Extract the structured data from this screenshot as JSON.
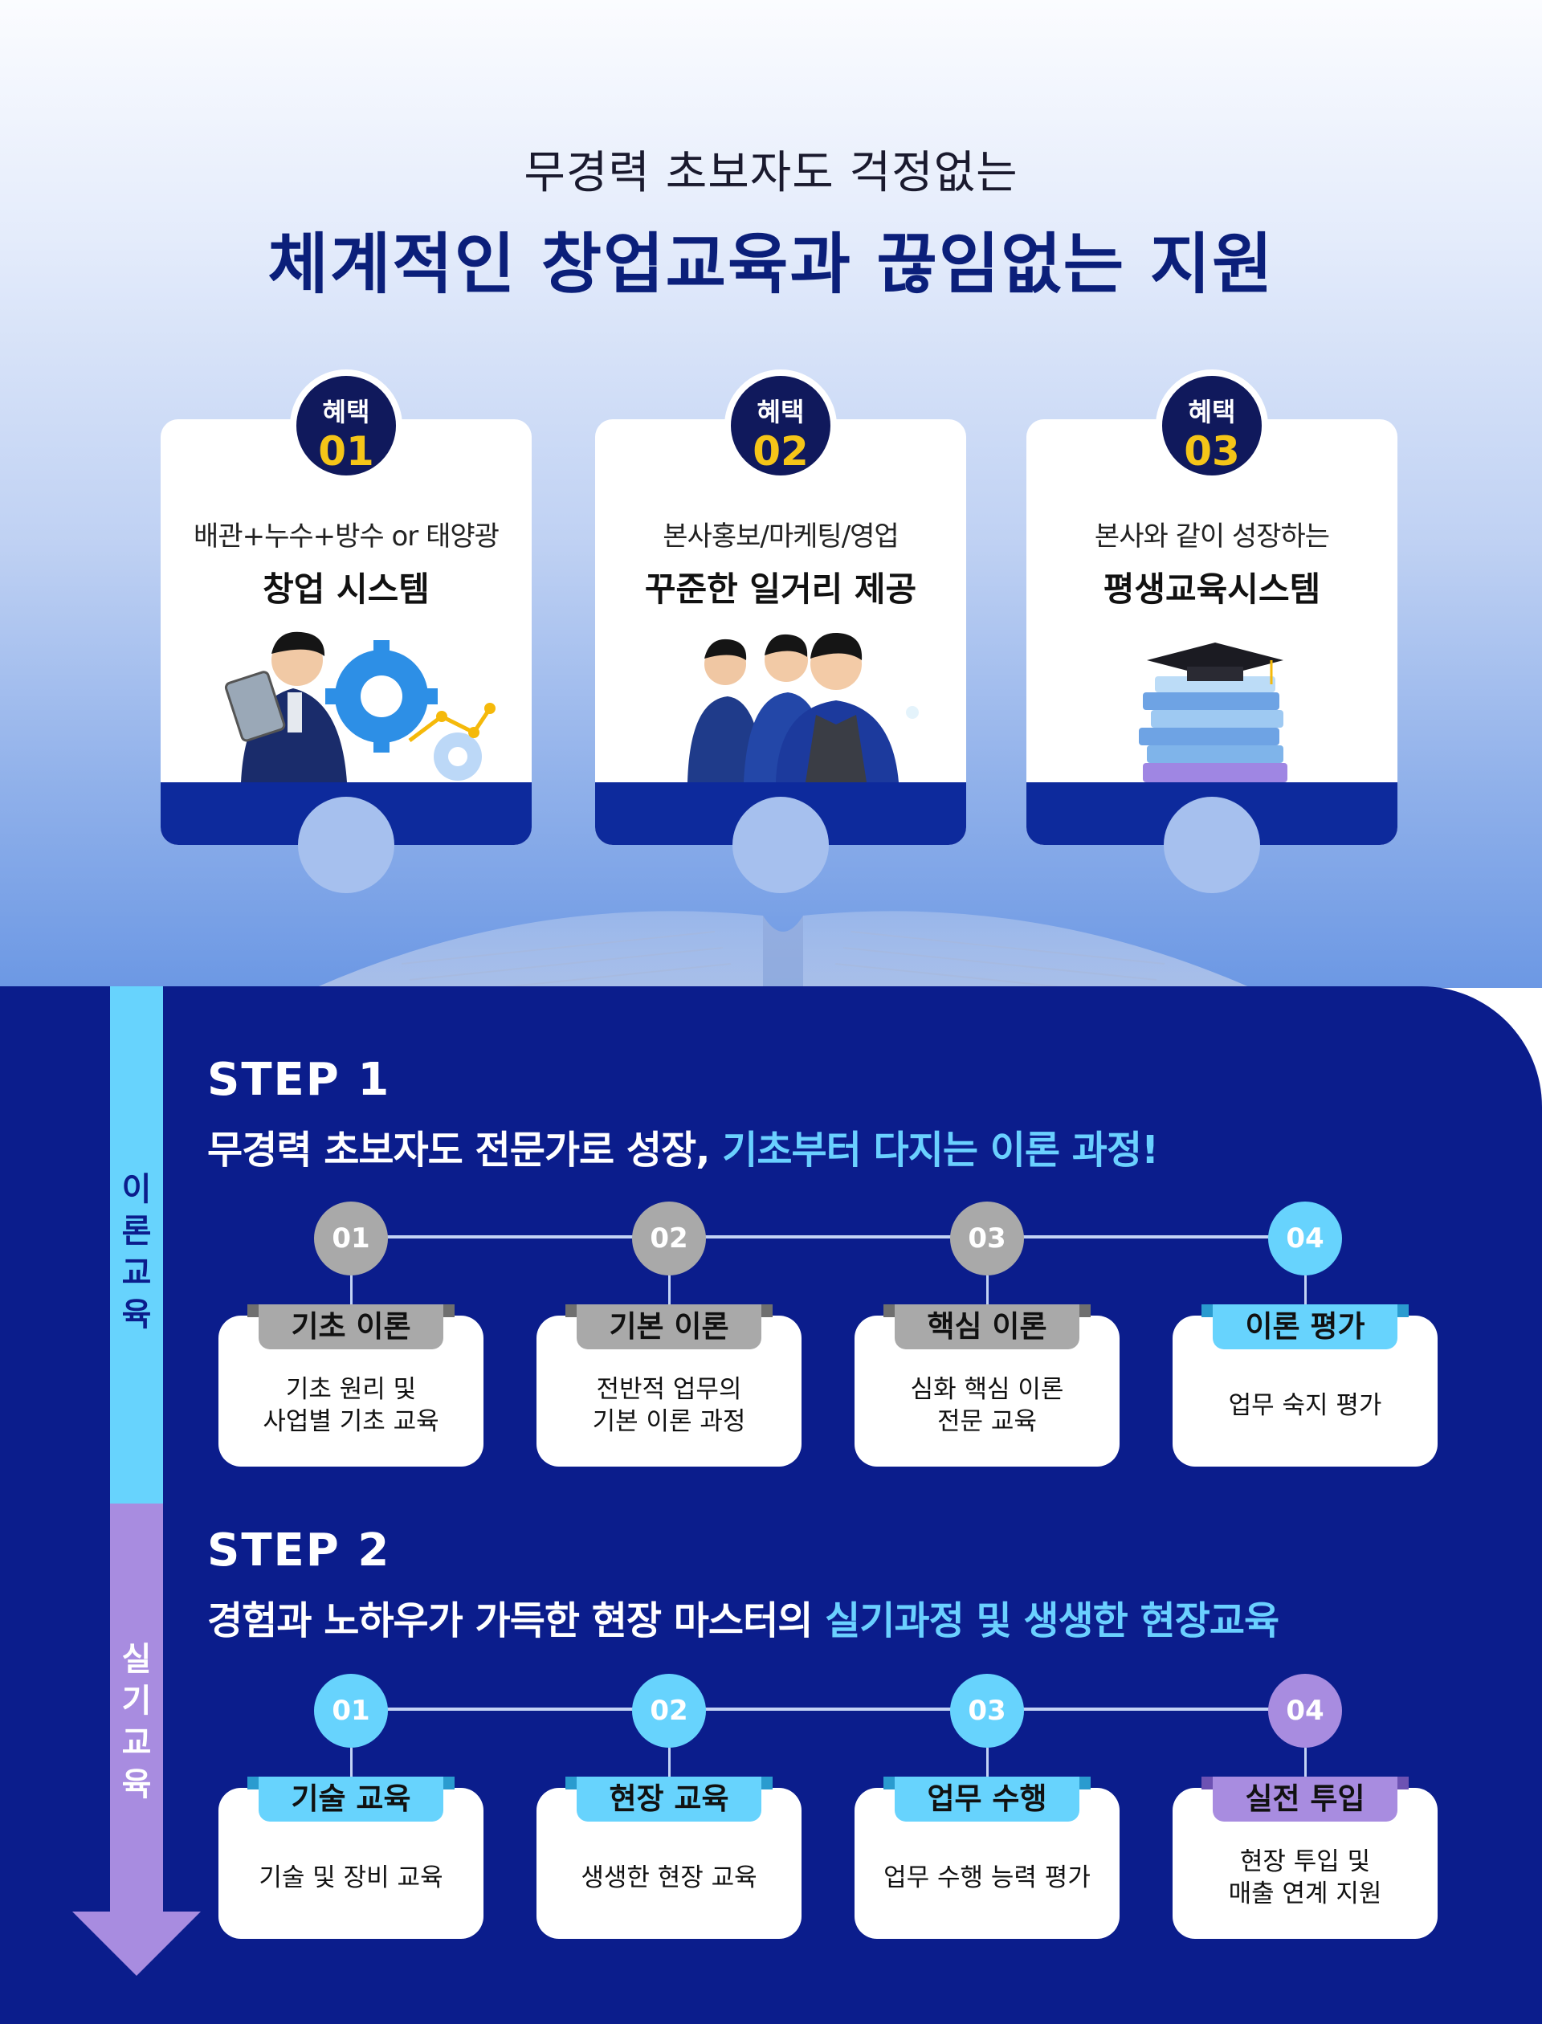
{
  "header": {
    "subtitle": "무경력 초보자도 걱정없는",
    "title": "체계적인 창업교육과 끊임없는 지원"
  },
  "benefits": [
    {
      "badge_label": "혜택",
      "badge_num": "01",
      "line1": "배관+누수+방수 or 태양광",
      "line2": "창업 시스템",
      "illustration": "worker-with-tablet-gears"
    },
    {
      "badge_label": "혜택",
      "badge_num": "02",
      "line1": "본사홍보/마케팅/영업",
      "line2": "꾸준한 일거리 제공",
      "illustration": "three-workers"
    },
    {
      "badge_label": "혜택",
      "badge_num": "03",
      "line1": "본사와 같이 성장하는",
      "line2": "평생교육시스템",
      "illustration": "books-graduation-cap"
    }
  ],
  "side_labels": {
    "theory": "이론교육",
    "practice": "실기교육"
  },
  "step1": {
    "label": "STEP 1",
    "desc_plain": "무경력 초보자도 전문가로 성장, ",
    "desc_highlight": "기초부터 다지는 이론 과정!",
    "items": [
      {
        "num": "01",
        "tag": "기초 이론",
        "text1": "기초 원리 및",
        "text2": "사업별 기초 교육"
      },
      {
        "num": "02",
        "tag": "기본 이론",
        "text1": "전반적 업무의",
        "text2": "기본 이론 과정"
      },
      {
        "num": "03",
        "tag": "핵심 이론",
        "text1": "심화 핵심 이론",
        "text2": "전문 교육"
      },
      {
        "num": "04",
        "tag": "이론 평가",
        "text1": "업무 숙지 평가",
        "text2": ""
      }
    ]
  },
  "step2": {
    "label": "STEP 2",
    "desc_plain": "경험과 노하우가 가득한 현장 마스터의 ",
    "desc_highlight": "실기과정 및 생생한 현장교육",
    "items": [
      {
        "num": "01",
        "tag": "기술 교육",
        "text1": "기술 및 장비 교육",
        "text2": ""
      },
      {
        "num": "02",
        "tag": "현장 교육",
        "text1": "생생한 현장 교육",
        "text2": ""
      },
      {
        "num": "03",
        "tag": "업무 수행",
        "text1": "업무 수행 능력 평가",
        "text2": ""
      },
      {
        "num": "04",
        "tag": "실전 투입",
        "text1": "현장 투입 및",
        "text2": "매출 연계 지원"
      }
    ]
  },
  "colors": {
    "navy": "#0b1d8c",
    "title_navy": "#0b1f7a",
    "badge_bg": "#10195c",
    "badge_num": "#f5c518",
    "highlight": "#6ad0ff",
    "theory_bar": "#67d3fd",
    "practice_bar": "#a88ce0",
    "gray_node": "#a9a9a9",
    "gray_tag": "#a9a9a9"
  }
}
